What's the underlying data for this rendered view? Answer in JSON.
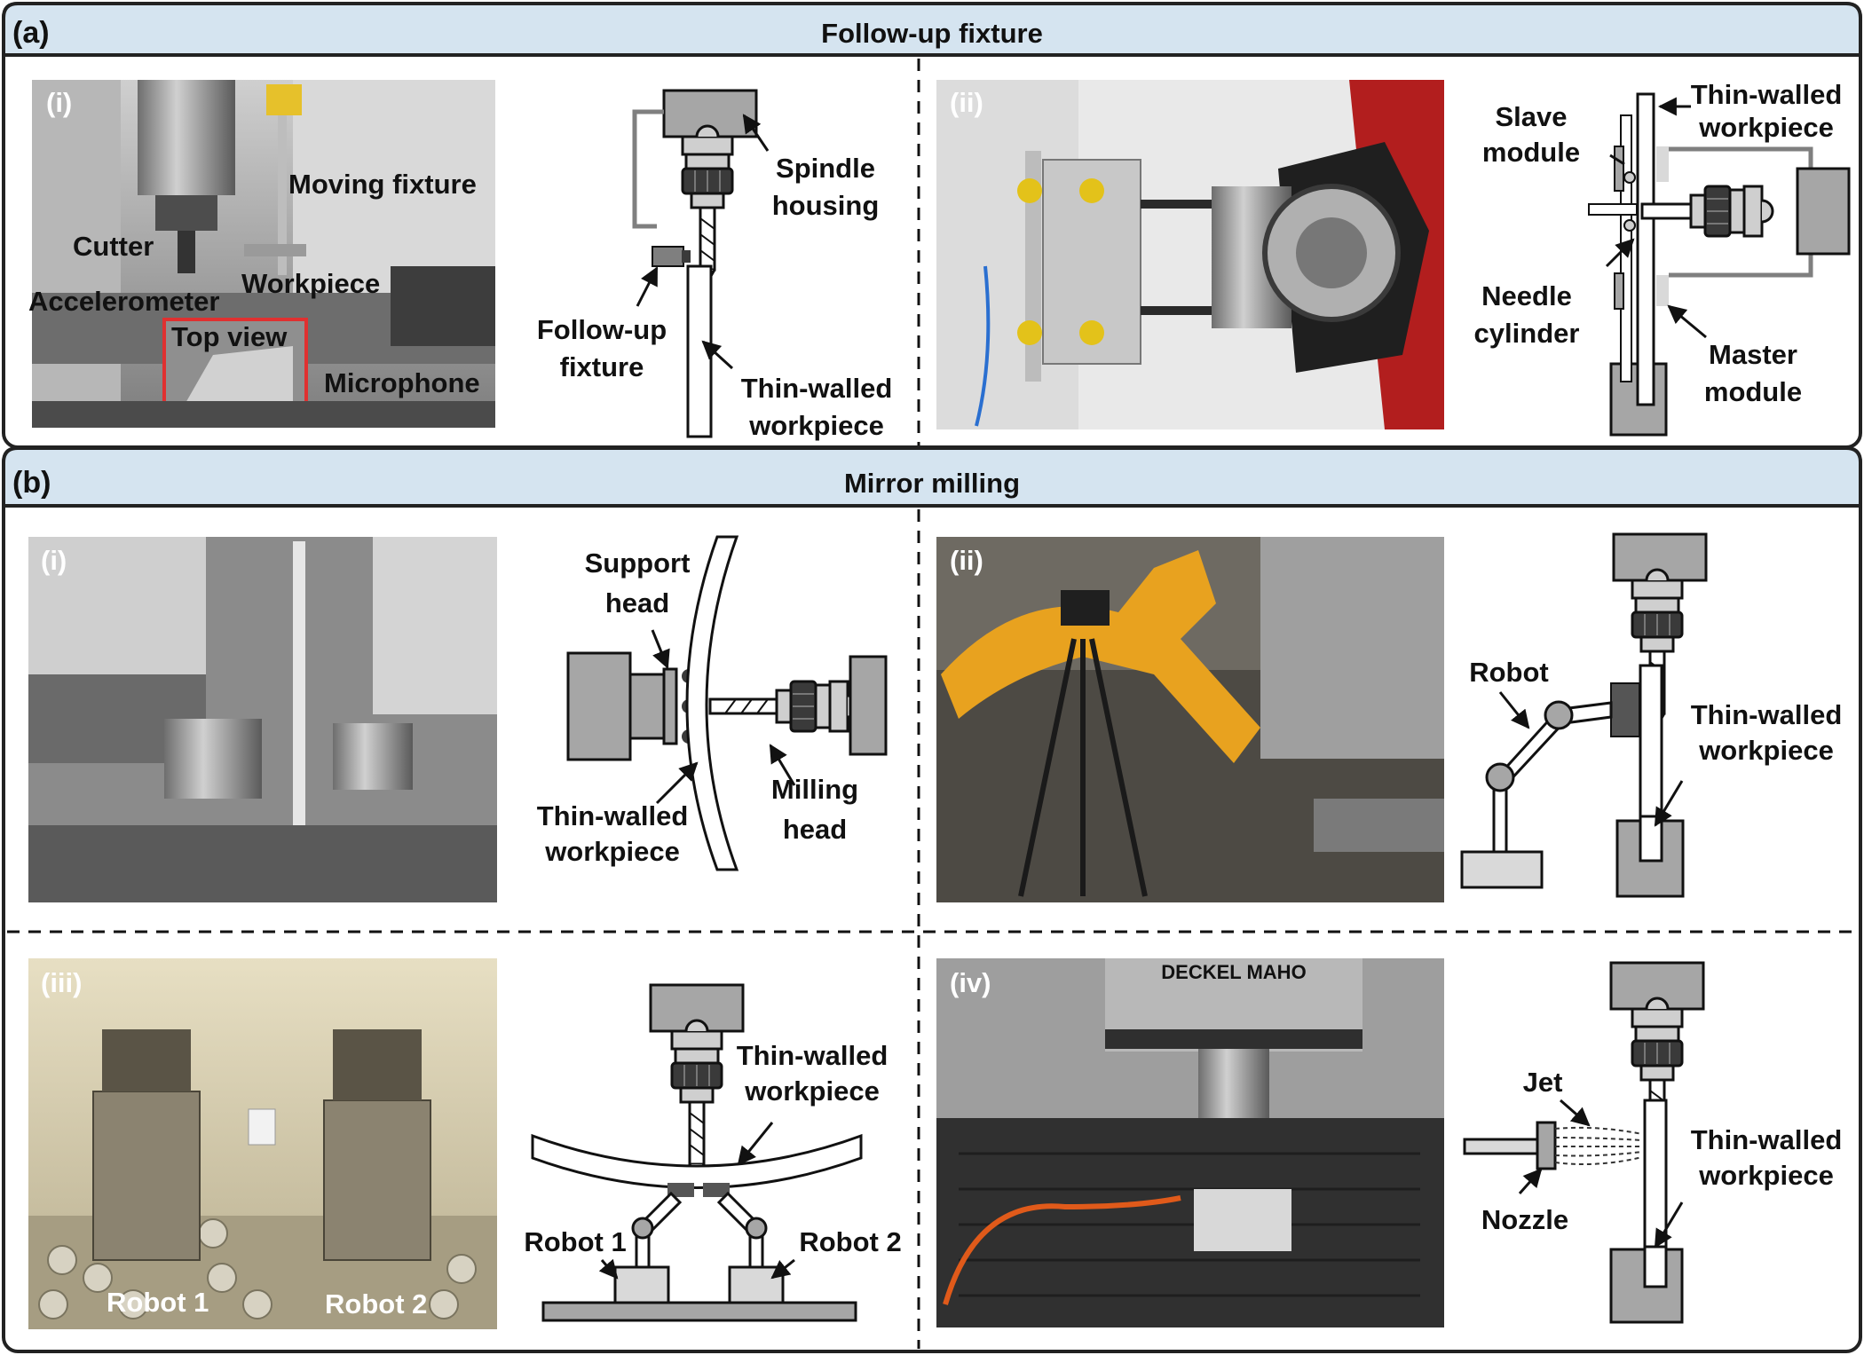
{
  "figure": {
    "section_a": {
      "tag": "(a)",
      "title": "Follow-up fixture"
    },
    "section_b": {
      "tag": "(b)",
      "title": "Mirror milling"
    },
    "panel_a_i": {
      "tag": "(i)",
      "photo_labels": [
        "Moving fixture",
        "Cutter",
        "Workpiece",
        "Accelerometer",
        "Top view",
        "Microphone"
      ],
      "schematic_labels": [
        "Spindle",
        "housing",
        "Follow-up",
        "fixture",
        "Thin-walled",
        "workpiece"
      ]
    },
    "panel_a_ii": {
      "tag": "(ii)",
      "schematic_labels": [
        "Slave",
        "module",
        "Thin-walled",
        "workpiece",
        "Needle",
        "cylinder",
        "Master",
        "module"
      ]
    },
    "panel_b_i": {
      "tag": "(i)",
      "schematic_labels": [
        "Support",
        "head",
        "Thin-walled",
        "workpiece",
        "Milling",
        "head"
      ]
    },
    "panel_b_ii": {
      "tag": "(ii)",
      "schematic_labels": [
        "Robot",
        "Thin-walled",
        "workpiece"
      ]
    },
    "panel_b_iii": {
      "tag": "(iii)",
      "photo_labels": [
        "Robot 1",
        "Robot 2"
      ],
      "schematic_labels": [
        "Thin-walled",
        "workpiece",
        "Robot 1",
        "Robot 2"
      ]
    },
    "panel_b_iv": {
      "tag": "(iv)",
      "photo_labels": [
        "DECKEL MAHO"
      ],
      "schematic_labels": [
        "Jet",
        "Nozzle",
        "Thin-walled",
        "workpiece"
      ]
    },
    "colors": {
      "header_fill": "#d5e4f0",
      "frame": "#222222",
      "part_gray": "#a6a6a6",
      "part_dark": "#3a3a3a",
      "part_light": "#d9d9d9"
    }
  }
}
